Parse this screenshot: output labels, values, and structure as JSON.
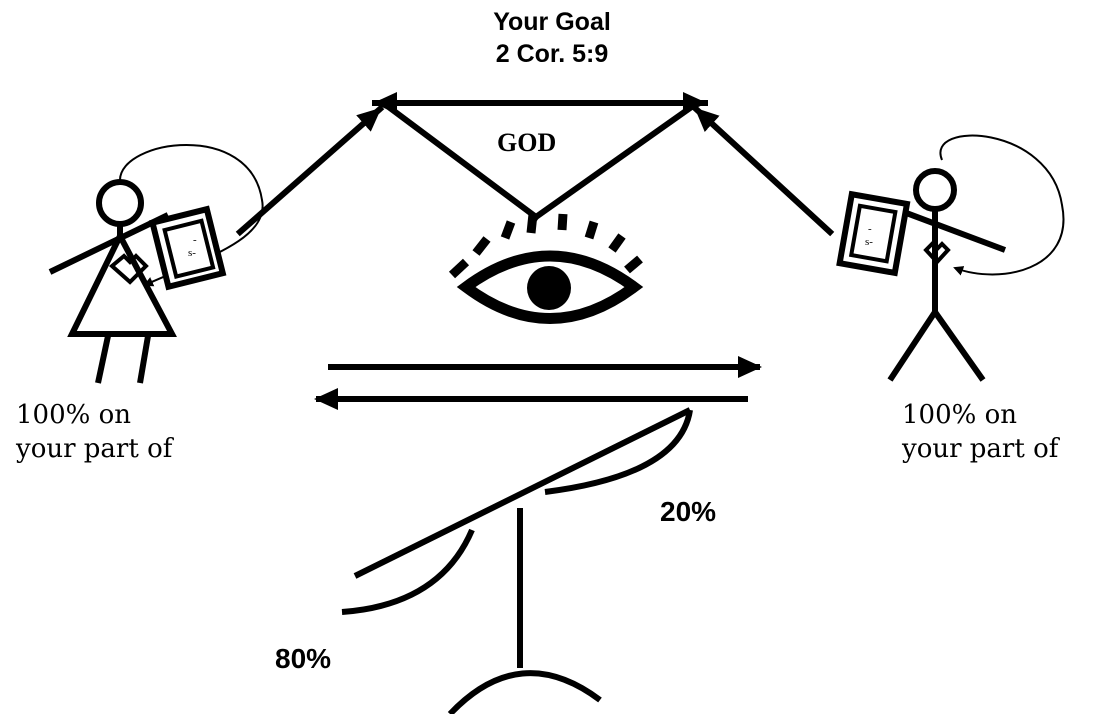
{
  "title": {
    "line1": "Your Goal",
    "line2": "2 Cor. 5:9"
  },
  "god_label": "GOD",
  "left_person": {
    "caption_line1": "100% on",
    "caption_line2": "your part of",
    "book_mark1": "-",
    "book_mark2": "s-"
  },
  "right_person": {
    "caption_line1": "100% on",
    "caption_line2": "your part of",
    "book_mark1": "-",
    "book_mark2": "s-"
  },
  "scale": {
    "high_percent": "20%",
    "low_percent": "80%"
  },
  "colors": {
    "ink": "#000000",
    "background": "#ffffff"
  }
}
